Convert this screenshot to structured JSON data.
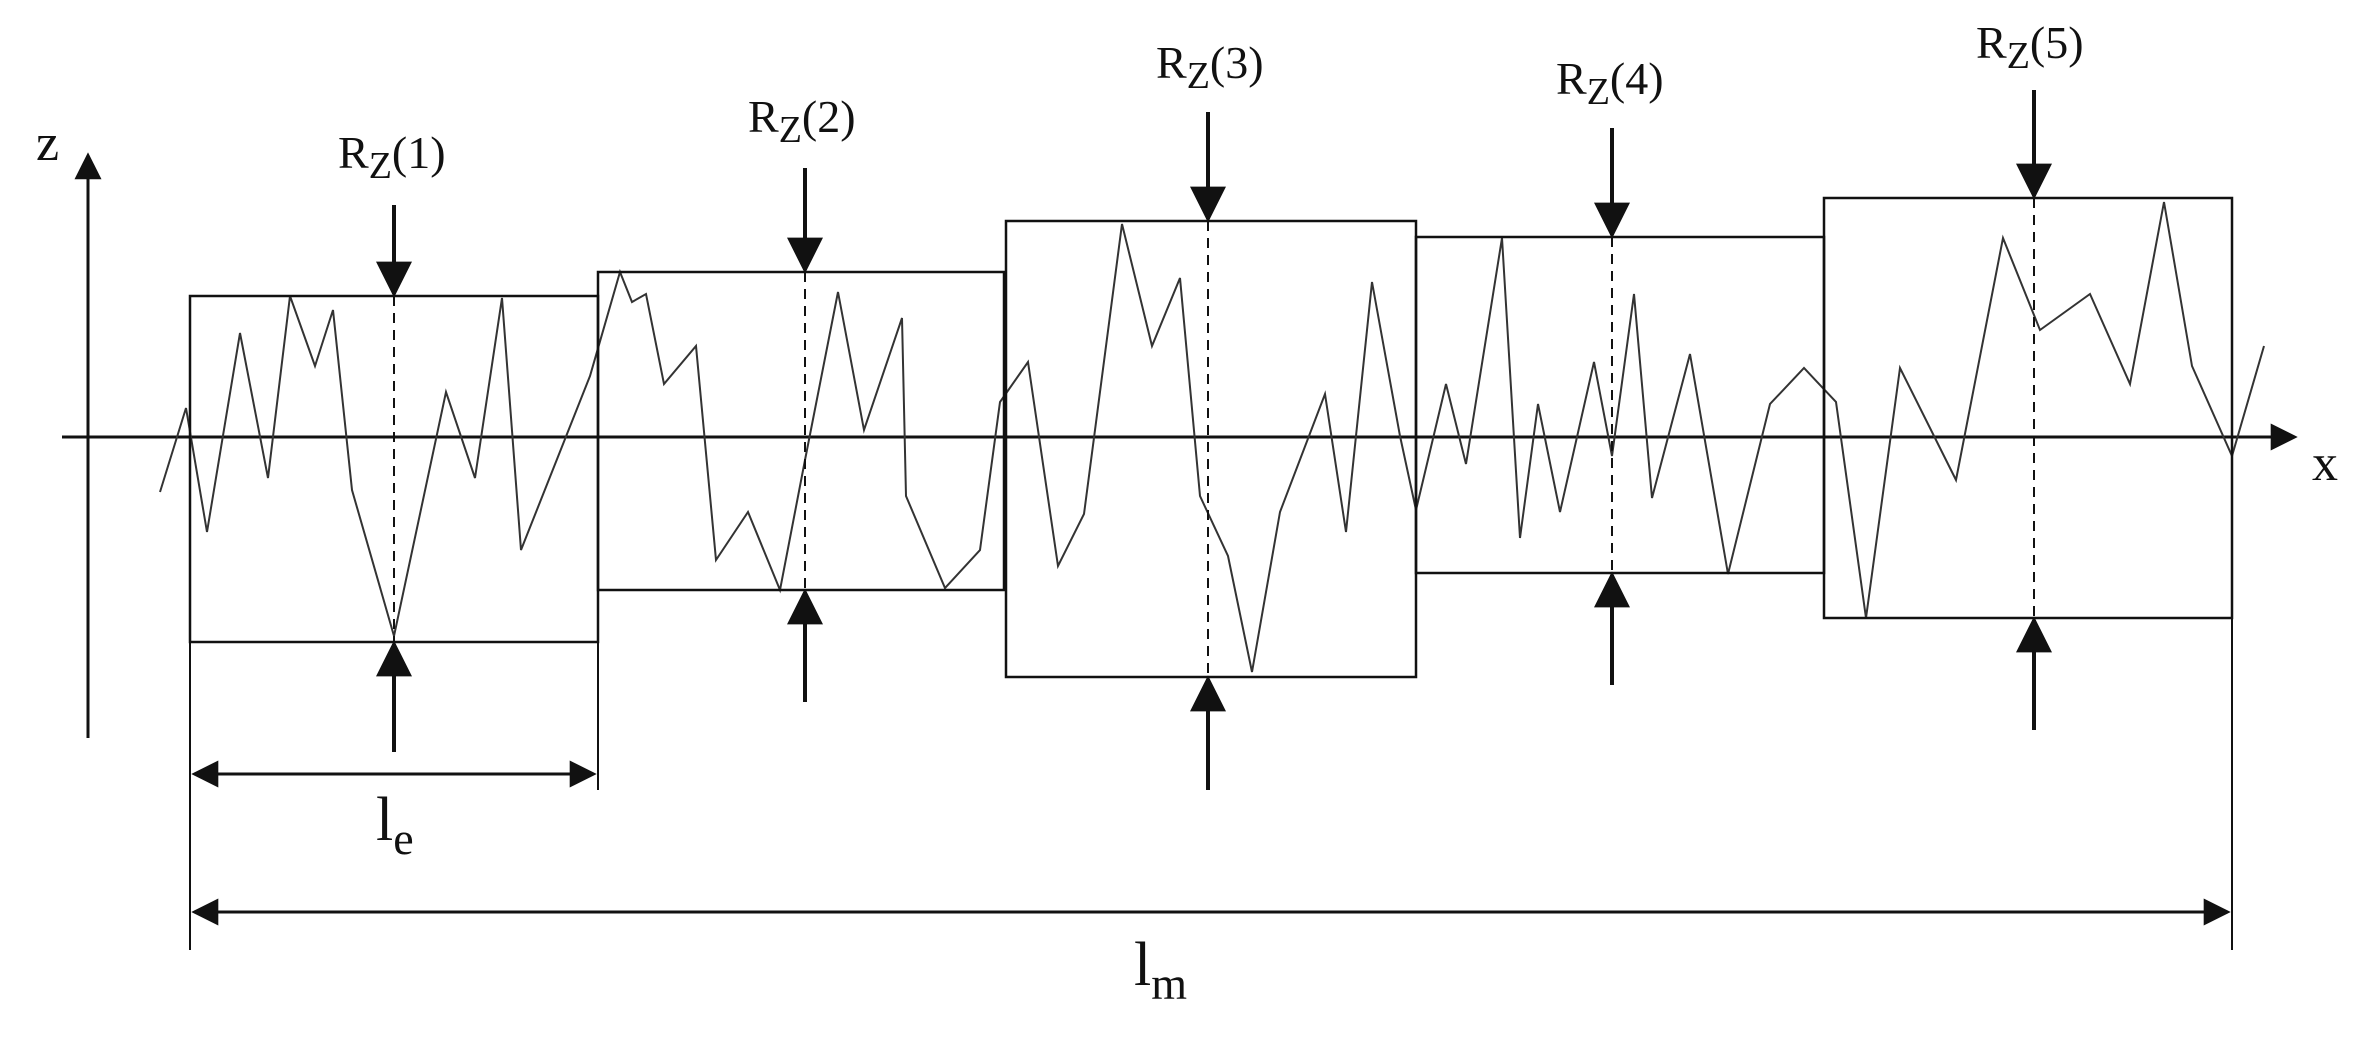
{
  "axes": {
    "x_label": "x",
    "z_label": "z"
  },
  "segments": [
    {
      "label_base": "R",
      "label_sub": "Z",
      "label_suffix": "(1)"
    },
    {
      "label_base": "R",
      "label_sub": "Z",
      "label_suffix": "(2)"
    },
    {
      "label_base": "R",
      "label_sub": "Z",
      "label_suffix": "(3)"
    },
    {
      "label_base": "R",
      "label_sub": "Z",
      "label_suffix": "(4)"
    },
    {
      "label_base": "R",
      "label_sub": "Z",
      "label_suffix": "(5)"
    }
  ],
  "lengths": {
    "sampling_base": "l",
    "sampling_sub": "e",
    "evaluation_base": "l",
    "evaluation_sub": "m"
  },
  "colors": {
    "stroke": "#111111",
    "profile": "#333333"
  }
}
